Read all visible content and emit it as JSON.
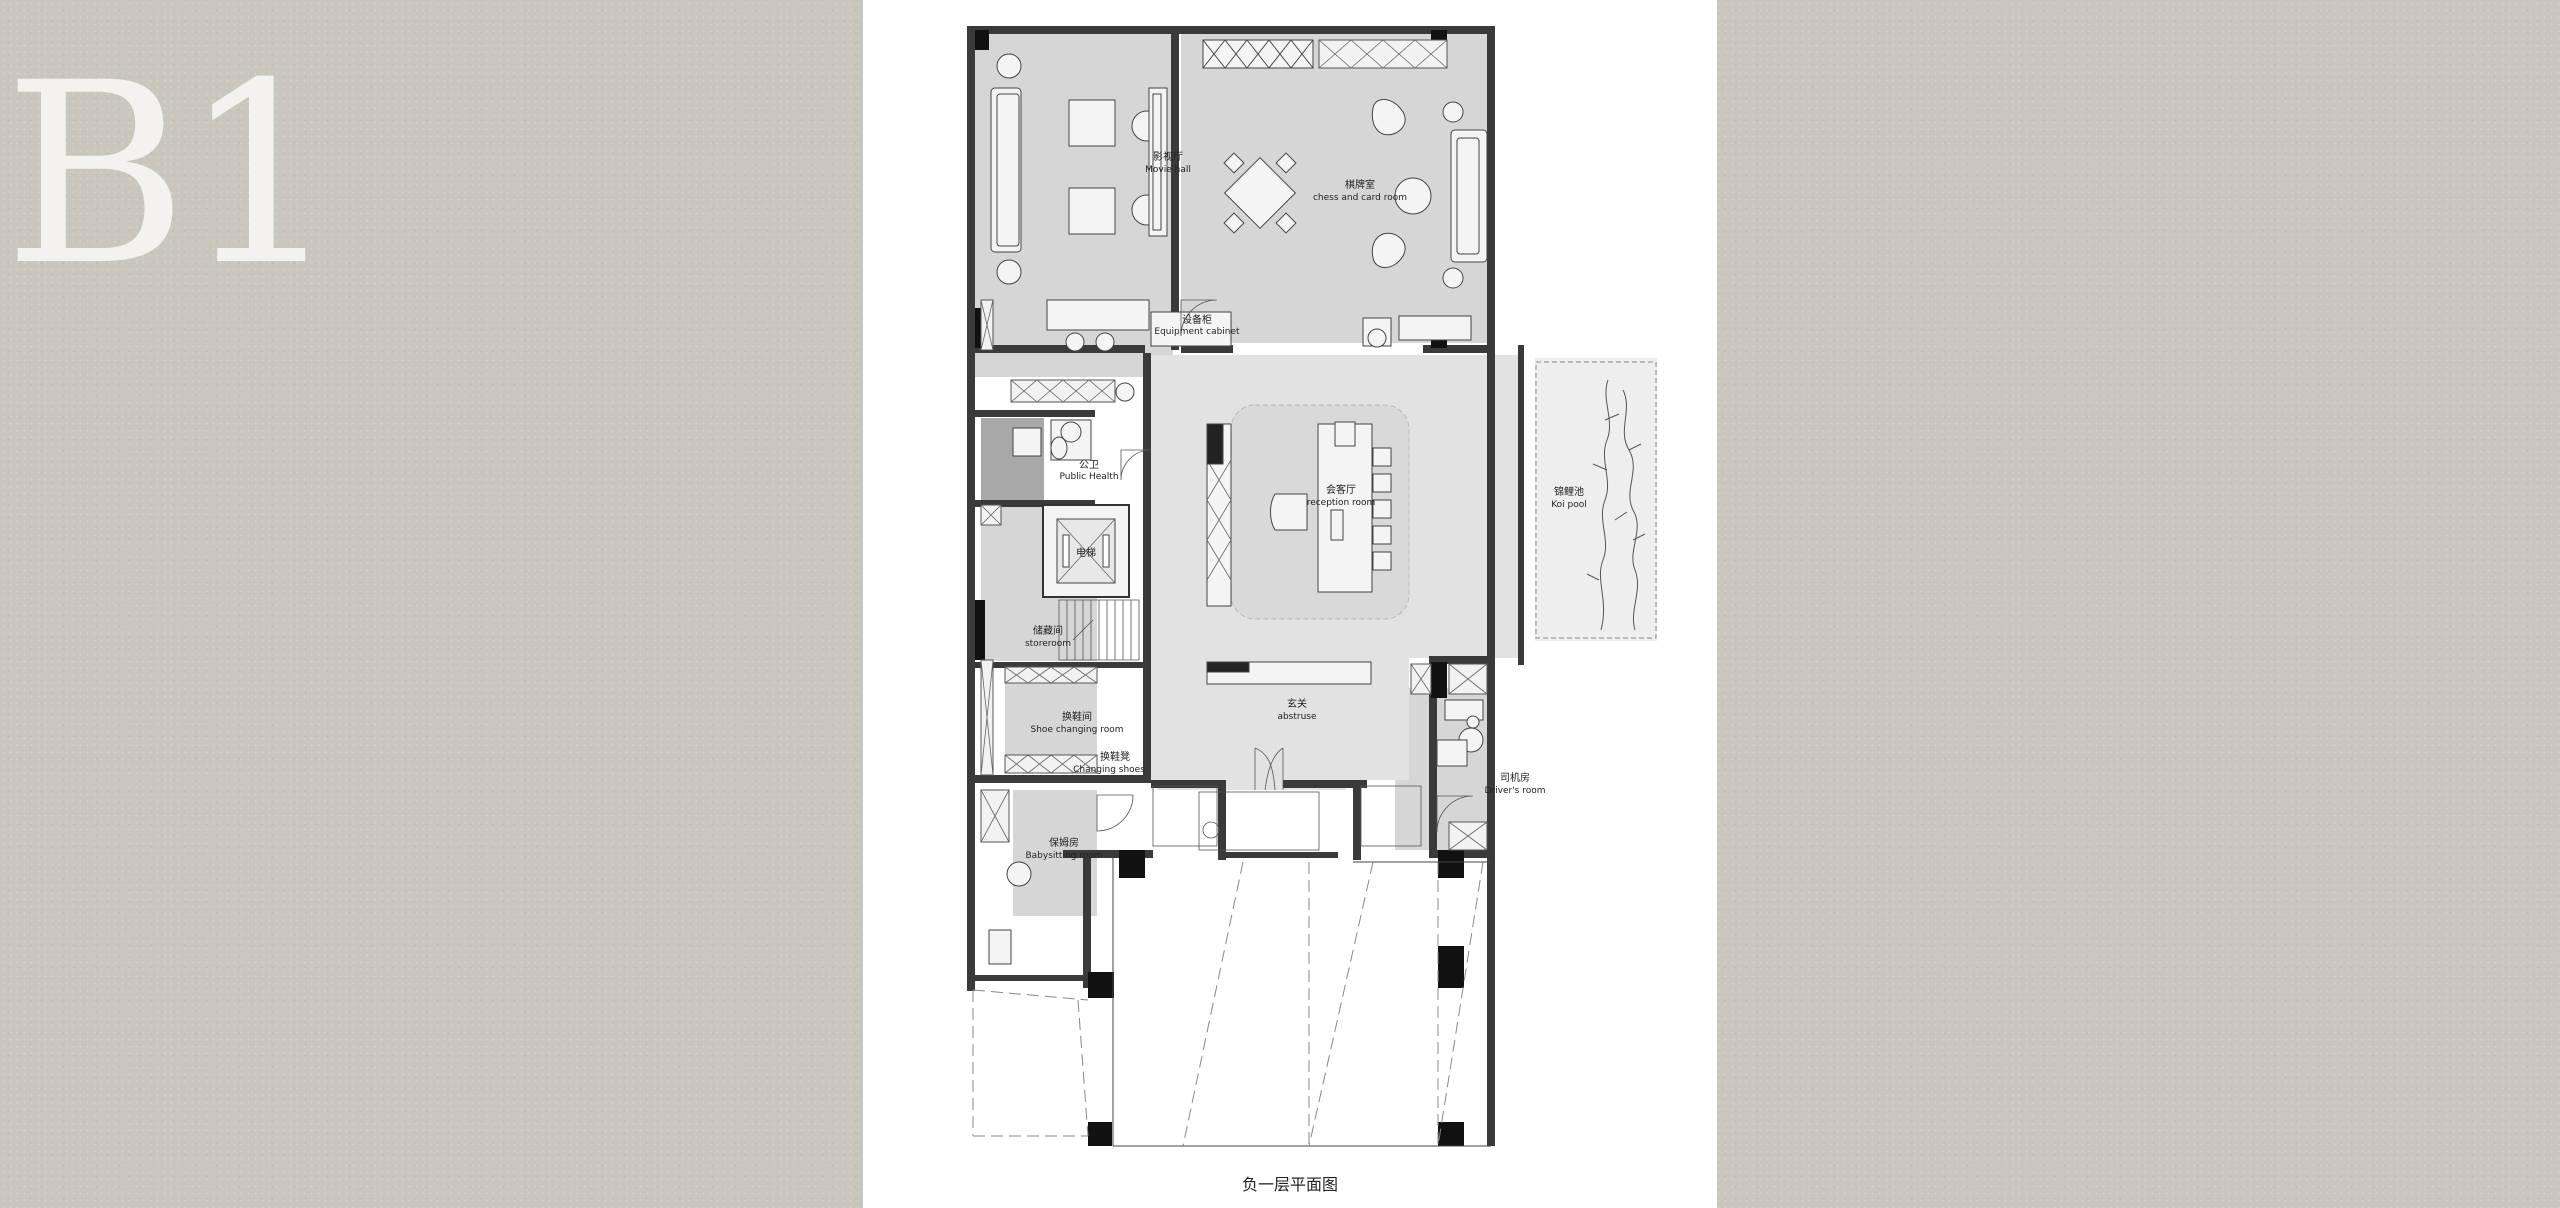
{
  "floor_label": "B1",
  "caption": "负一层平面图",
  "rooms": {
    "movie_hall": {
      "cn": "影视厅",
      "en": "Movie hall"
    },
    "chess_room": {
      "cn": "棋牌室",
      "en": "chess and card room"
    },
    "equipment": {
      "cn": "设备柜",
      "en": "Equipment cabinet"
    },
    "public_health": {
      "cn": "公卫",
      "en": "Public Health"
    },
    "elevator": {
      "cn": "电梯"
    },
    "reception": {
      "cn": "会客厅",
      "en": "reception room"
    },
    "koi_pool": {
      "cn": "锦鲤池",
      "en": "Koi pool"
    },
    "storeroom": {
      "cn": "储藏间",
      "en": "storeroom"
    },
    "shoe_room": {
      "cn": "换鞋间",
      "en": "Shoe changing room"
    },
    "changing_shoes": {
      "cn": "换鞋凳",
      "en": "Changing shoes"
    },
    "entrance": {
      "cn": "玄关",
      "en": "abstruse"
    },
    "driver": {
      "cn": "司机房",
      "en": "Driver's room"
    },
    "babysitting": {
      "cn": "保姆房",
      "en": "Babysitting room"
    }
  },
  "colors": {
    "wall": "#3a3a3a",
    "room_fill": "#d6d6d6",
    "dark_fill": "#a8a8a8",
    "hall_fill": "#e2e2e2",
    "sheet": "#ffffff"
  }
}
